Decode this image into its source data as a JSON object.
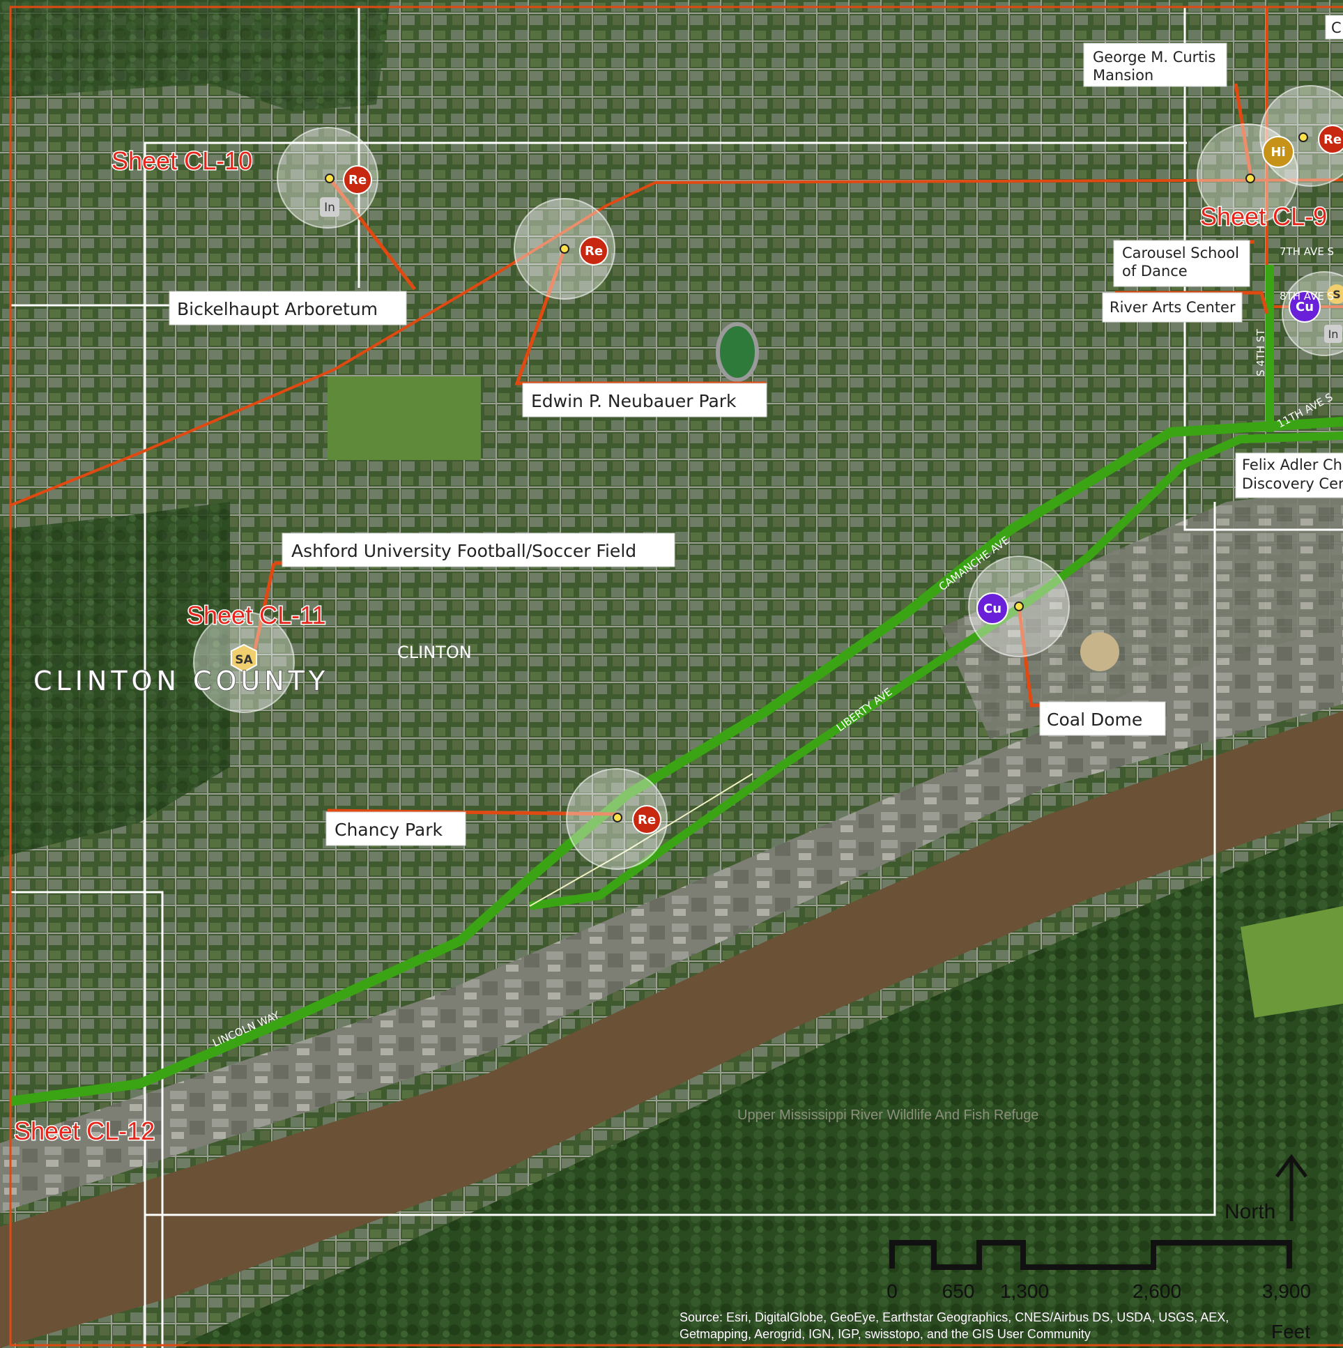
{
  "map": {
    "sheet_labels": [
      "Sheet CL-10",
      "Sheet CL-9",
      "Sheet CL-11",
      "Sheet CL-12"
    ],
    "area_labels": {
      "county": "CLINTON COUNTY",
      "town": "CLINTON",
      "refuge": "Upper Mississippi River Wildlife And Fish Refuge"
    },
    "streets": [
      "CAMANCHE AVE",
      "LIBERTY AVE",
      "LINCOLN WAY",
      "7TH AVE S",
      "8TH AVE S",
      "11TH AVE S",
      "S 4TH ST"
    ],
    "callouts": {
      "bickelhaupt": "Bickelhaupt Arboretum",
      "neubauer": "Edwin P. Neubauer Park",
      "ashford": "Ashford University Football/Soccer Field",
      "chancy": "Chancy Park",
      "coal_dome": "Coal Dome",
      "curtis_1": "George M. Curtis",
      "curtis_2": "Mansion",
      "carousel_1": "Carousel School",
      "carousel_2": "of Dance",
      "river_arts": "River Arts Center",
      "felix_1": "Felix Adler Chi",
      "felix_2": "Discovery Cer",
      "edge_box": "C"
    },
    "markers": {
      "re": "Re",
      "in": "In",
      "cu": "Cu",
      "hi": "Hi",
      "sa": "SA",
      "s": "S"
    },
    "colors": {
      "recreation": "#c8280f",
      "cultural": "#6a1fd8",
      "historic": "#c69218",
      "sport": "#f2cf6e",
      "industrial": "#cfcfcf",
      "route": "#3aa414",
      "line": "#e04a12"
    },
    "scale_bar": {
      "ticks": [
        "0",
        "650",
        "1,300",
        "2,600",
        "3,900"
      ],
      "unit": "Feet"
    },
    "north_label": "North",
    "source_1": "Source: Esri, DigitalGlobe, GeoEye, Earthstar Geographics, CNES/Airbus DS, USDA, USGS, AEX,",
    "source_2": "Getmapping, Aerogrid, IGN, IGP, swisstopo, and the GIS User Community"
  }
}
